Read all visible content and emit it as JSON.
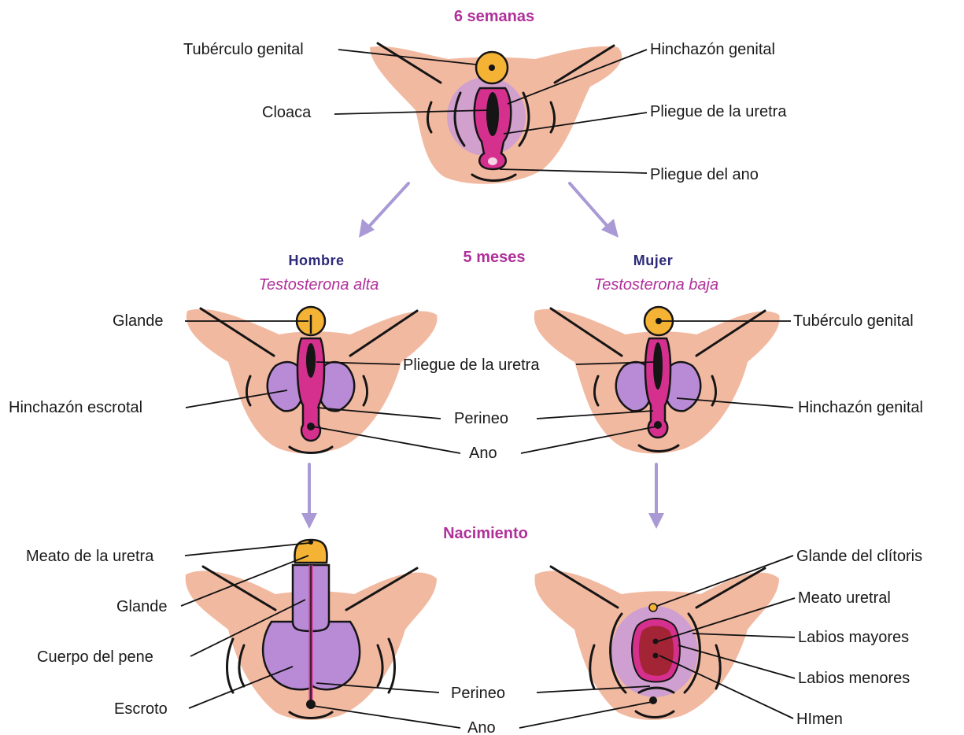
{
  "stages": {
    "week6": "6 semanas",
    "month5": "5 meses",
    "birth": "Nacimiento"
  },
  "male": {
    "title": "Hombre",
    "subtitle": "Testosterona alta"
  },
  "female": {
    "title": "Mujer",
    "subtitle": "Testosterona baja"
  },
  "labels_6wk": {
    "genital_tubercle": "Tubérculo genital",
    "cloaca": "Cloaca",
    "genital_swelling": "Hinchazón genital",
    "urethral_fold": "Pliegue de la uretra",
    "anal_fold": "Pliegue del ano"
  },
  "labels_5mo": {
    "glans": "Glande",
    "urethral_fold": "Pliegue de la uretra",
    "scrotal_swelling": "Hinchazón escrotal",
    "perineum": "Perineo",
    "anus": "Ano",
    "genital_tubercle": "Tubérculo genital",
    "genital_swelling": "Hinchazón genital"
  },
  "labels_birth": {
    "urethral_meatus": "Meato de la uretra",
    "glans": "Glande",
    "penis_body": "Cuerpo del pene",
    "scrotum": "Escroto",
    "perineum": "Perineo",
    "anus": "Ano",
    "clitoris_glans": "Glande del clítoris",
    "urethral_meatus_f": "Meato uretral",
    "labia_majora": "Labios mayores",
    "labia_minora": "Labios menores",
    "hymen": "HImen"
  },
  "colors": {
    "skin": "#f2b9a1",
    "tubercle": "#f5b335",
    "fold_pink": "#d6308f",
    "swelling_purple": "#b98bd6",
    "arrow": "#a99ad6",
    "stage_title": "#b0309a",
    "sex_title": "#2c2a78"
  }
}
